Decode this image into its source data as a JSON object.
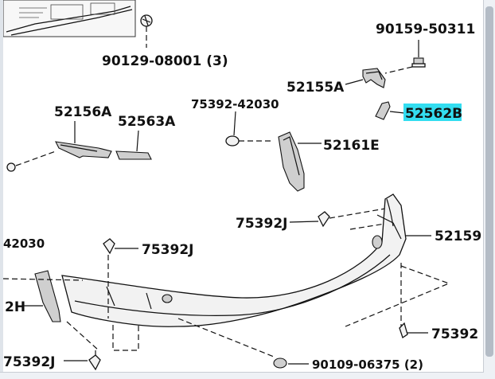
{
  "diagram": {
    "highlight_color": "#33ddf0",
    "labels": {
      "l_90159_50311": "90159-50311",
      "l_90129_08001": "90129-08001 (3)",
      "l_52155a": "52155A",
      "l_52562b": "52562B",
      "l_52156a": "52156A",
      "l_52563a": "52563A",
      "l_75392_42030_top": "75392-42030",
      "l_52161e": "52161E",
      "l_75392j_mid": "75392J",
      "l_52159": "52159",
      "l_42030_left": "42030",
      "l_75392j_left": "75392J",
      "l_2h_left": "2H",
      "l_75392_right": "75392",
      "l_75392j_bottom": "75392J",
      "l_90109_06375": "90109-06375 (2)"
    }
  }
}
